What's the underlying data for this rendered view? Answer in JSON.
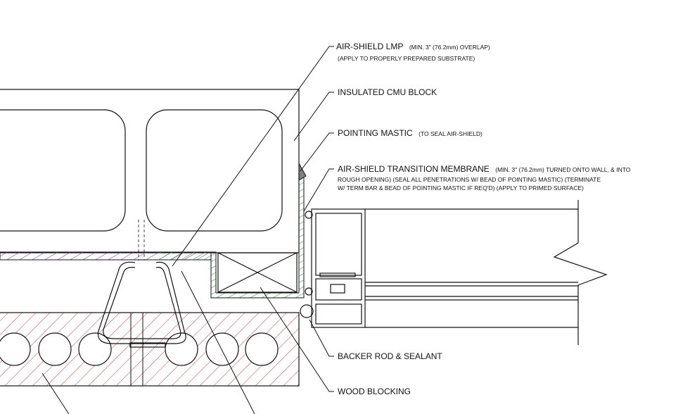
{
  "callouts": {
    "lmp": {
      "title": "AIR-SHIELD LMP",
      "note": "(MIN. 3\" (76.2mm) OVERLAP)",
      "line2": "(APPLY TO PROPERLY PREPARED SUBSTRATE)"
    },
    "cmu": {
      "title": "INSULATED CMU BLOCK"
    },
    "mastic": {
      "title": "POINTING MASTIC",
      "note": "(TO SEAL AIR-SHIELD)"
    },
    "transition": {
      "title": "AIR-SHIELD TRANSITION MEMBRANE",
      "note": "(MIN. 3\" (76.2mm) TURNED ONTO WALL, & INTO",
      "line2": "ROUGH OPENING) (SEAL ALL PENETRATIONS W/ BEAD OF POINTING MASTIC) (TERMINATE",
      "line3": "W/ TERM BAR & BEAD OF POINTING MASTIC IF REQ'D) (APPLY TO PRIMED SURFACE)"
    },
    "backer": {
      "title": "BACKER ROD & SEALANT"
    },
    "wood": {
      "title": "WOOD BLOCKING"
    }
  },
  "colors": {
    "line": "#111111",
    "membrane_purple": "#9b3fb5",
    "membrane_green": "#2e9e4a",
    "brick_hatch": "#d23a3a",
    "mastic_fill": "#808080"
  }
}
